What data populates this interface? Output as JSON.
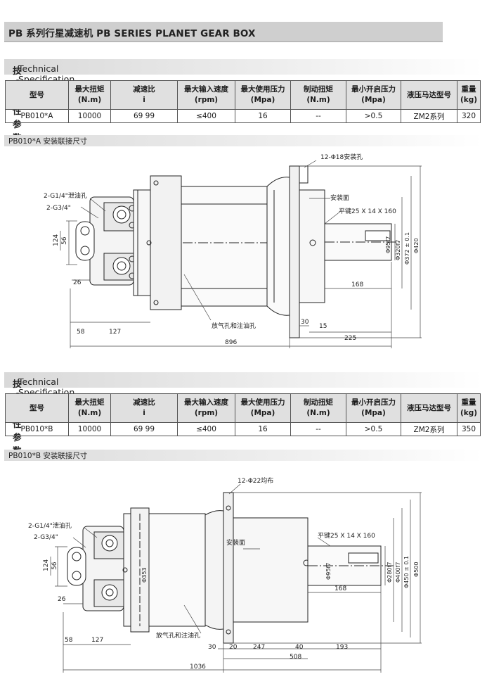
{
  "page_title": "PB 系列行星减速机 PB SERIES PLANET GEAR BOX",
  "spec_section": {
    "zh": "技术特性参数",
    "en": "Technical Specification"
  },
  "spec_headers": [
    {
      "l1": "型号",
      "l2": ""
    },
    {
      "l1": "最大扭矩",
      "l2": "(N.m)"
    },
    {
      "l1": "减速比",
      "l2": "i"
    },
    {
      "l1": "最大输入速度",
      "l2": "(rpm)"
    },
    {
      "l1": "最大使用压力",
      "l2": "(Mpa)"
    },
    {
      "l1": "制动扭矩",
      "l2": "(N.m)"
    },
    {
      "l1": "最小开启压力",
      "l2": "(Mpa)"
    },
    {
      "l1": "液压马达型号",
      "l2": ""
    },
    {
      "l1": "重量",
      "l2": "(kg)"
    }
  ],
  "table_a": [
    "PB010*A",
    "10000",
    "69 99",
    "≤400",
    "16",
    "--",
    ">0.5",
    "ZM2系列",
    "320"
  ],
  "table_b": [
    "PB010*B",
    "10000",
    "69 99",
    "≤400",
    "16",
    "--",
    ">0.5",
    "ZM2系列",
    "350"
  ],
  "drawing_a": {
    "caption": "PB010*A 安装联接尺寸",
    "labels": {
      "holes": "12-Φ18安装孔",
      "mount_face": "安装面",
      "key": "平键25 X 14 X 160",
      "drain": "2-G1/4\"泄油孔",
      "port": "2-G3/4\"",
      "vent": "放气孔和注油孔",
      "d124": "124",
      "d56": "56",
      "d26": "26",
      "d58": "58",
      "d127": "127",
      "d896": "896",
      "d168": "168",
      "d30": "30",
      "d15": "15",
      "d225": "225",
      "phi95": "Φ95f7",
      "phi320": "Φ320f7",
      "phi372": "Φ372 ± 0.1",
      "phi420": "Φ420"
    }
  },
  "drawing_b": {
    "caption": "PB010*B 安装联接尺寸",
    "labels": {
      "holes": "12-Φ22均布",
      "mount_face": "安装面",
      "key": "平键25 X 14 X 160",
      "drain": "2-G1/4\"泄油孔",
      "port": "2-G3/4\"",
      "vent": "放气孔和注油孔",
      "d124": "124",
      "d56": "56",
      "d26": "26",
      "d58": "58",
      "d127": "127",
      "d1036": "1036",
      "d168": "168",
      "d30": "30",
      "d20": "20",
      "d247": "247",
      "d40": "40",
      "d193": "193",
      "d508": "508",
      "phi353": "Φ353",
      "phi95": "Φ95f7",
      "phi280": "Φ280f7",
      "phi400": "Φ400f7",
      "phi450": "Φ450 ± 0.1",
      "phi500": "Φ500"
    }
  }
}
